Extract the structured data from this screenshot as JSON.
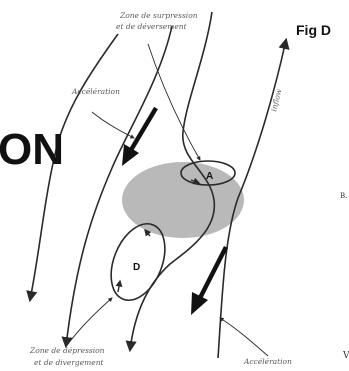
{
  "labels": {
    "zone_surpression_1": "Zone de surpression",
    "zone_surpression_2": "et de déversement",
    "acceleration_top": "Accélération",
    "zone_depression_1": "Zone de dépression",
    "zone_depression_2": "et de divergement",
    "acceleration_bottom": "Accélération",
    "inflow": "inflow",
    "point_a": "A",
    "point_d": "D",
    "cut_heading": "ON",
    "fig_title": "Fig D",
    "right_edge_letter": "B.",
    "right_edge_bottom": "V"
  },
  "colors": {
    "line": "#2a2a2a",
    "blob": "#b9b9b9",
    "label_text": "#5a5a5a"
  }
}
